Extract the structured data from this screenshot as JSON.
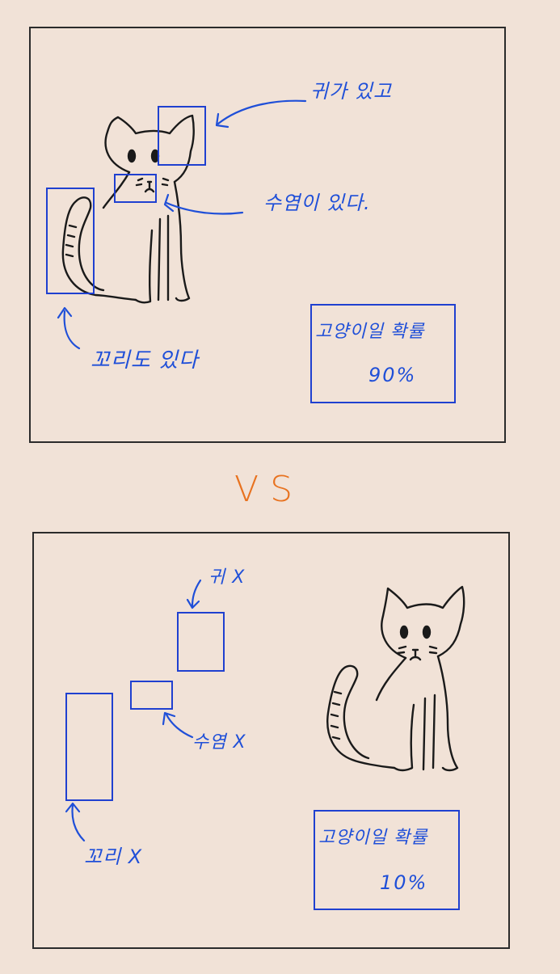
{
  "top_panel": {
    "annotations": {
      "ears": "귀가 있고",
      "whiskers": "수염이 있다.",
      "tail": "꼬리도 있다"
    },
    "probability": {
      "label": "고양이일 확률",
      "value": "90%"
    }
  },
  "separator": "VS",
  "bottom_panel": {
    "annotations": {
      "ears": "귀 X",
      "whiskers": "수염 X",
      "tail": "꼬리 X"
    },
    "probability": {
      "label": "고양이일 확률",
      "value": "10%"
    }
  },
  "colors": {
    "background": "#f1e2d7",
    "annotation_blue": "#1f4fd8",
    "vs_orange": "#e8721f",
    "ink": "#1a1a1a"
  },
  "icons": [
    "cat-drawing",
    "arrow"
  ]
}
